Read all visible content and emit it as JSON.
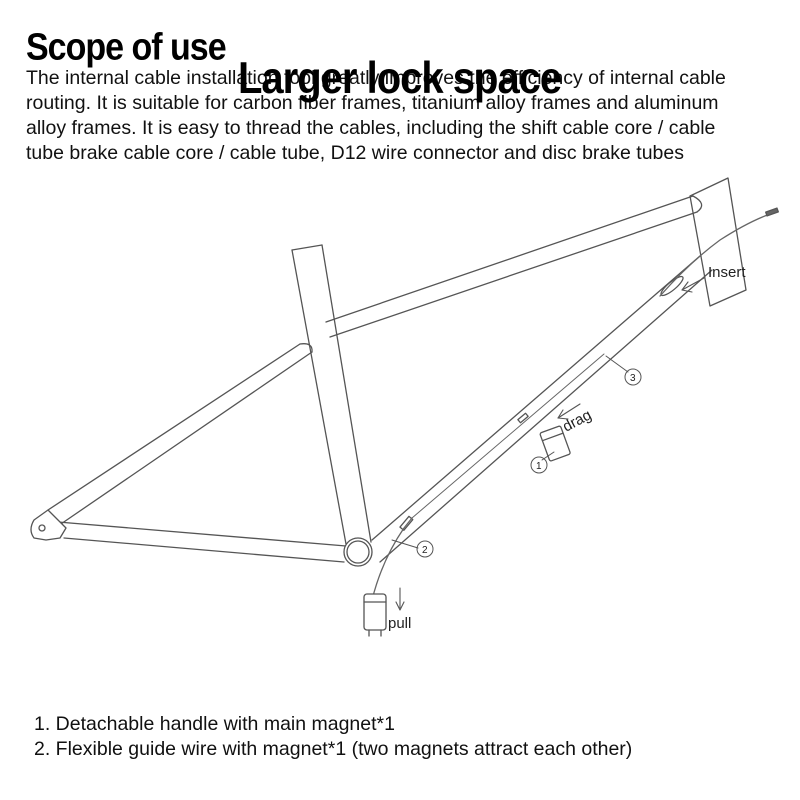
{
  "header": {
    "title": "Scope of use",
    "overlay_title": "Larger lock space"
  },
  "description": "The internal cable installation tool greatly improves the efficiency of internal cable routing. It is suitable for carbon fiber frames, titanium alloy frames and aluminum alloy frames. It is easy to thread the cables, including the shift cable core / cable tube brake cable core / cable tube, D12 wire connector and disc brake tubes",
  "diagram": {
    "labels": {
      "insert": "Insert",
      "drag": "drag",
      "pull": "pull"
    },
    "callouts": [
      "1",
      "2",
      "3"
    ]
  },
  "notes": [
    "1. Detachable handle with main magnet*1",
    "2. Flexible guide wire with magnet*1 (two magnets attract each other)"
  ]
}
